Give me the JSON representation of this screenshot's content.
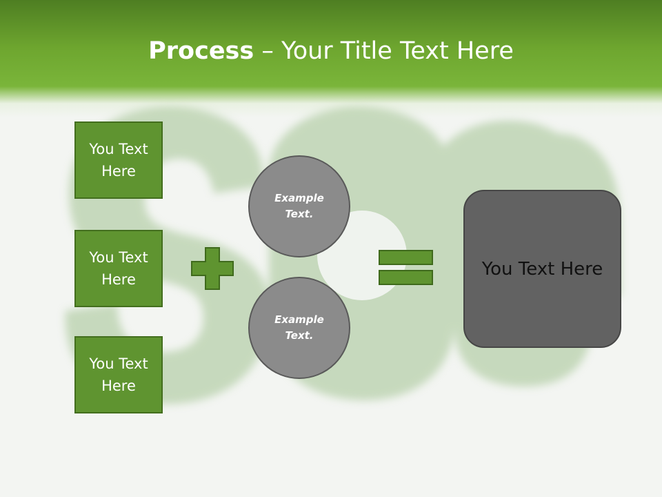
{
  "slide": {
    "title_bold": "Process",
    "title_rest": " – Your Title Text Here"
  },
  "left_boxes": [
    {
      "label": "You Text Here"
    },
    {
      "label": "You Text Here"
    },
    {
      "label": "You Text Here"
    }
  ],
  "circles": [
    {
      "label": "Example Text."
    },
    {
      "label": "Example Text."
    }
  ],
  "result_box": {
    "label": "You Text Here"
  },
  "colors": {
    "header_green": "#6ea62f",
    "box_green": "#5f9430",
    "box_border": "#436e1e",
    "circle_gray": "#8b8b8b",
    "result_gray": "#626262"
  },
  "icons": {
    "plus": "plus-icon",
    "equals": "equals-icon"
  }
}
